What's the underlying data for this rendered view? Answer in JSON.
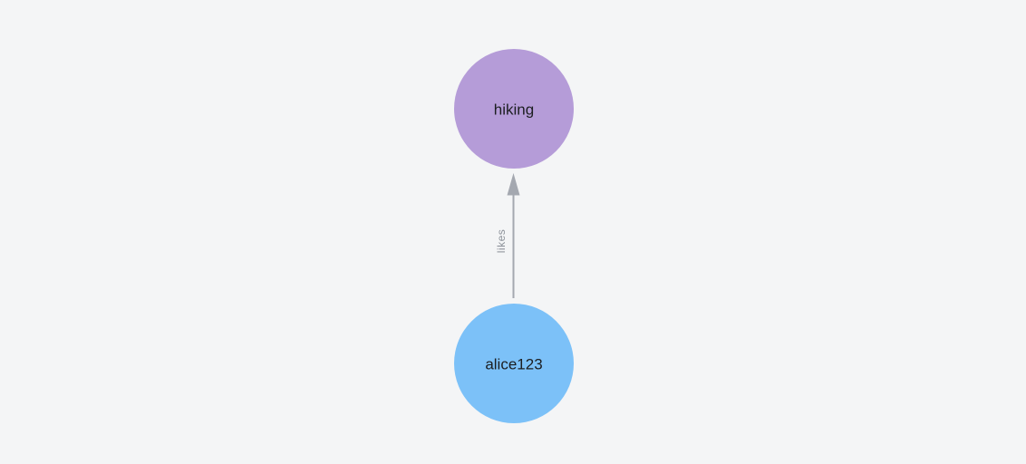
{
  "canvas": {
    "background": "#f4f5f6"
  },
  "graph": {
    "type": "directed-graph",
    "nodes": [
      {
        "id": "hiking",
        "label": "hiking",
        "color": "#b59cd8",
        "text_color": "#1c1e21"
      },
      {
        "id": "alice123",
        "label": "alice123",
        "color": "#7cc1f8",
        "text_color": "#1c1e21"
      }
    ],
    "edges": [
      {
        "from": "alice123",
        "to": "hiking",
        "label": "likes",
        "color": "#a4a8b0",
        "label_color": "#8d929a"
      }
    ]
  }
}
